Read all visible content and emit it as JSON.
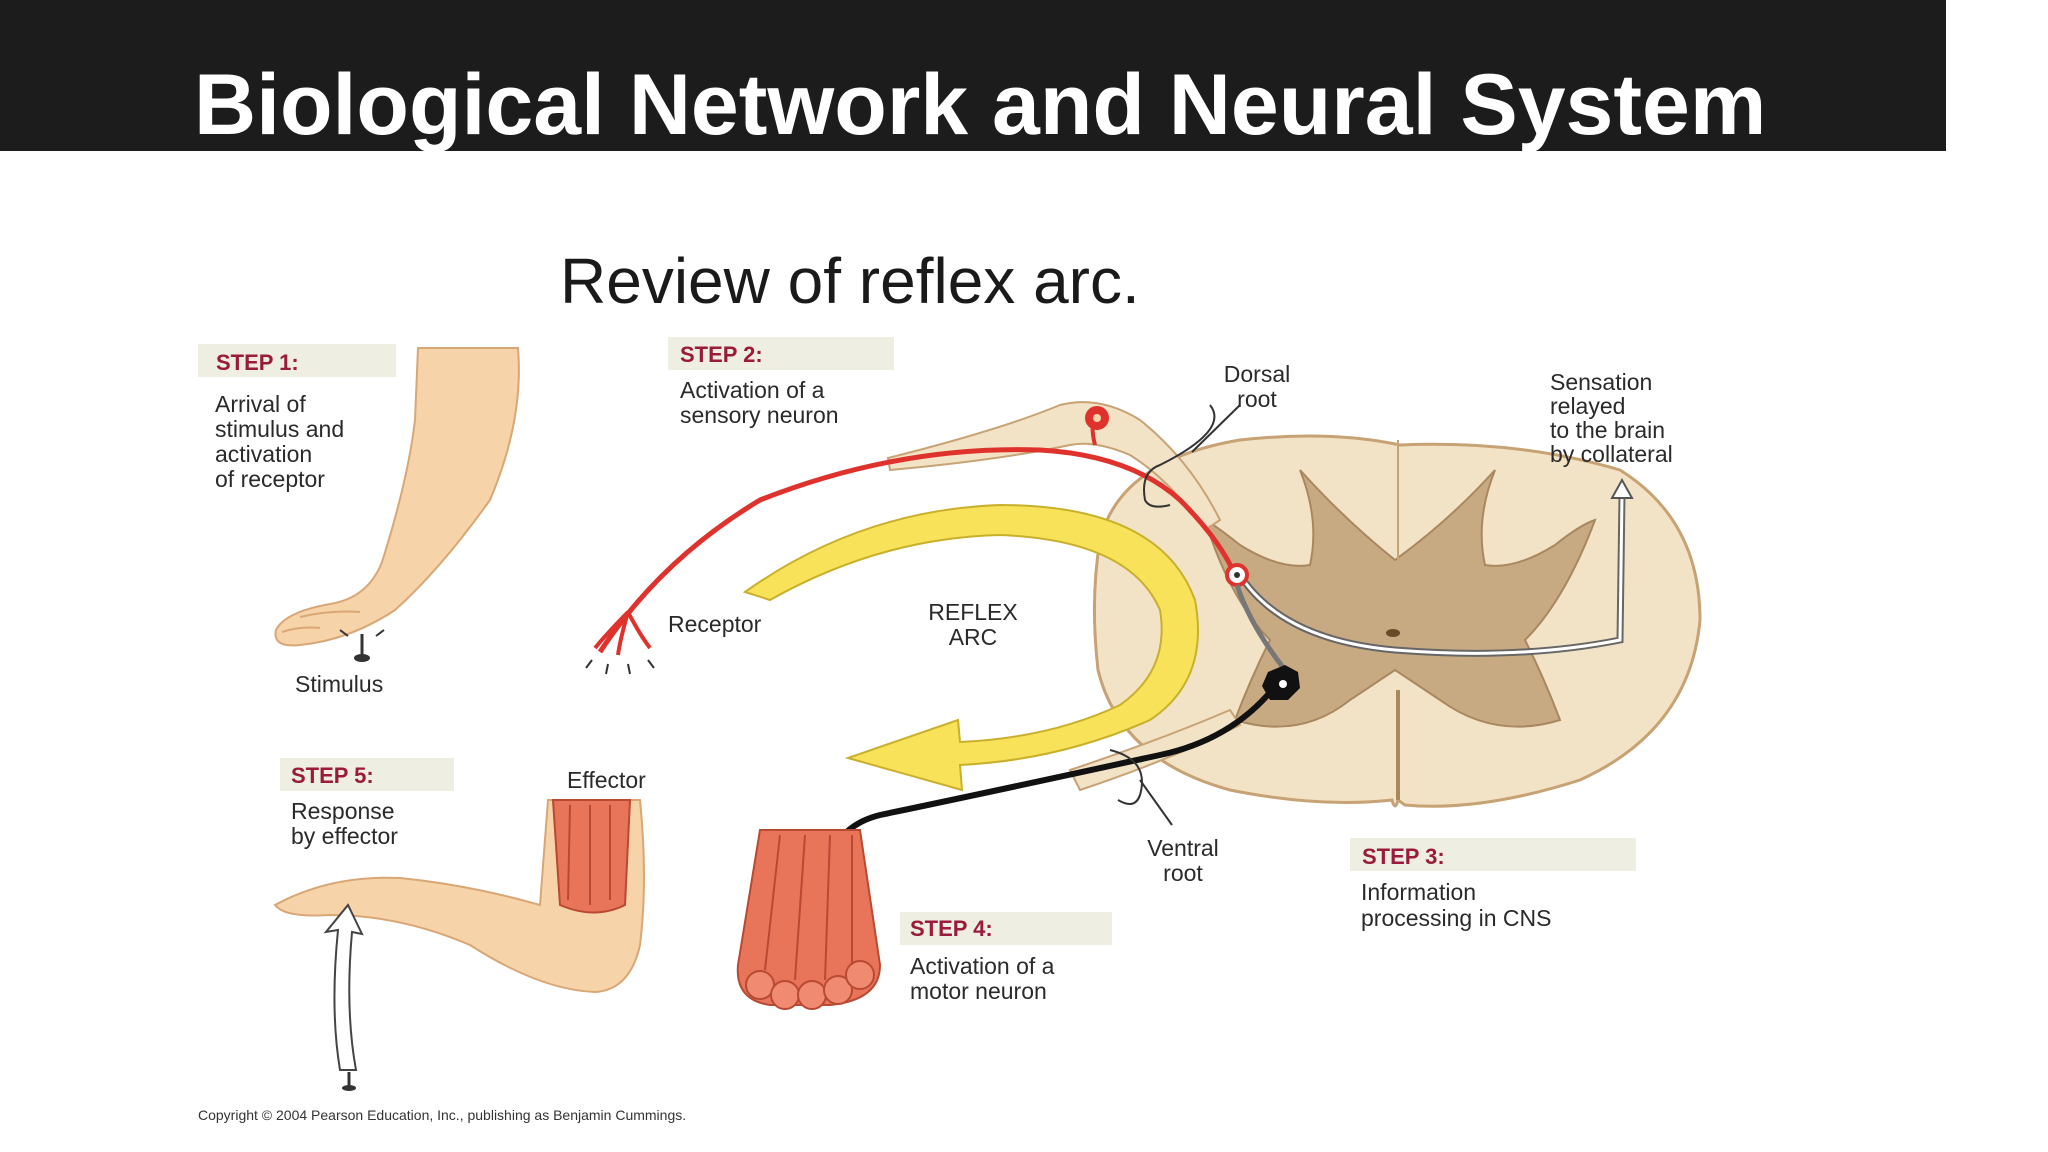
{
  "slide": {
    "title": "Biological Network and Neural System"
  },
  "diagram": {
    "title": "Review of reflex arc.",
    "steps": [
      {
        "heading": "STEP 1:",
        "lines": [
          "Arrival of",
          "stimulus and",
          "activation",
          "of receptor"
        ]
      },
      {
        "heading": "STEP 2:",
        "lines": [
          "Activation of a",
          "sensory neuron"
        ]
      },
      {
        "heading": "STEP 3:",
        "lines": [
          "Information",
          "processing in CNS"
        ]
      },
      {
        "heading": "STEP 4:",
        "lines": [
          "Activation of a",
          "motor neuron"
        ]
      },
      {
        "heading": "STEP 5:",
        "lines": [
          "Response",
          "by effector"
        ]
      }
    ],
    "labels": {
      "stimulus": "Stimulus",
      "receptor": "Receptor",
      "reflex_arc": [
        "REFLEX",
        "ARC"
      ],
      "dorsal_root": [
        "Dorsal",
        "root"
      ],
      "ventral_root": [
        "Ventral",
        "root"
      ],
      "sensation": [
        "Sensation",
        "relayed",
        "to the brain",
        "by collateral"
      ],
      "effector": "Effector"
    },
    "copyright": "Copyright © 2004 Pearson Education, Inc., publishing as Benjamin Cummings.",
    "colors": {
      "sensory_neuron": "#e0322d",
      "motor_neuron": "#111111",
      "reflex_arrow": "#f7e25a",
      "spinal_cord": "#f3e3c6",
      "gray_matter": "#c8aa82",
      "muscle": "#e8745a",
      "skin": "#f6d3a8"
    }
  }
}
